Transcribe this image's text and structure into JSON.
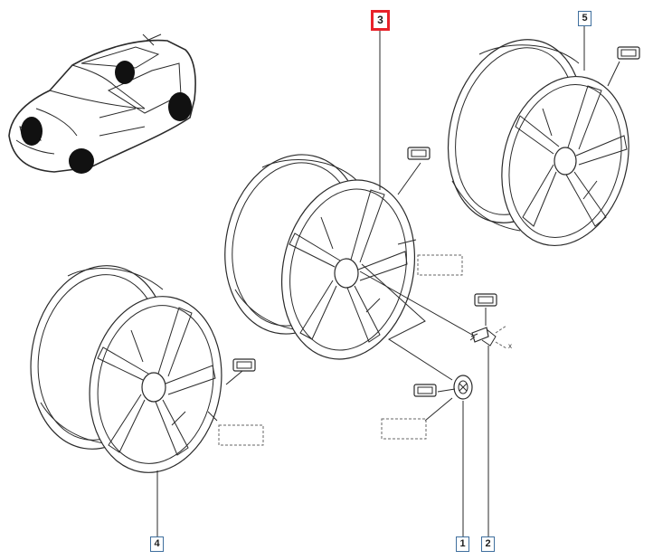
{
  "callouts": [
    {
      "id": "1",
      "label": "1",
      "selected": false
    },
    {
      "id": "2",
      "label": "2",
      "selected": false
    },
    {
      "id": "3",
      "label": "3",
      "selected": true
    },
    {
      "id": "4",
      "label": "4",
      "selected": false
    },
    {
      "id": "5",
      "label": "5",
      "selected": false
    }
  ],
  "colors": {
    "selected_border": "#e8222a",
    "callout_border": "#3f6f9e",
    "line": "#2a2a2a"
  }
}
